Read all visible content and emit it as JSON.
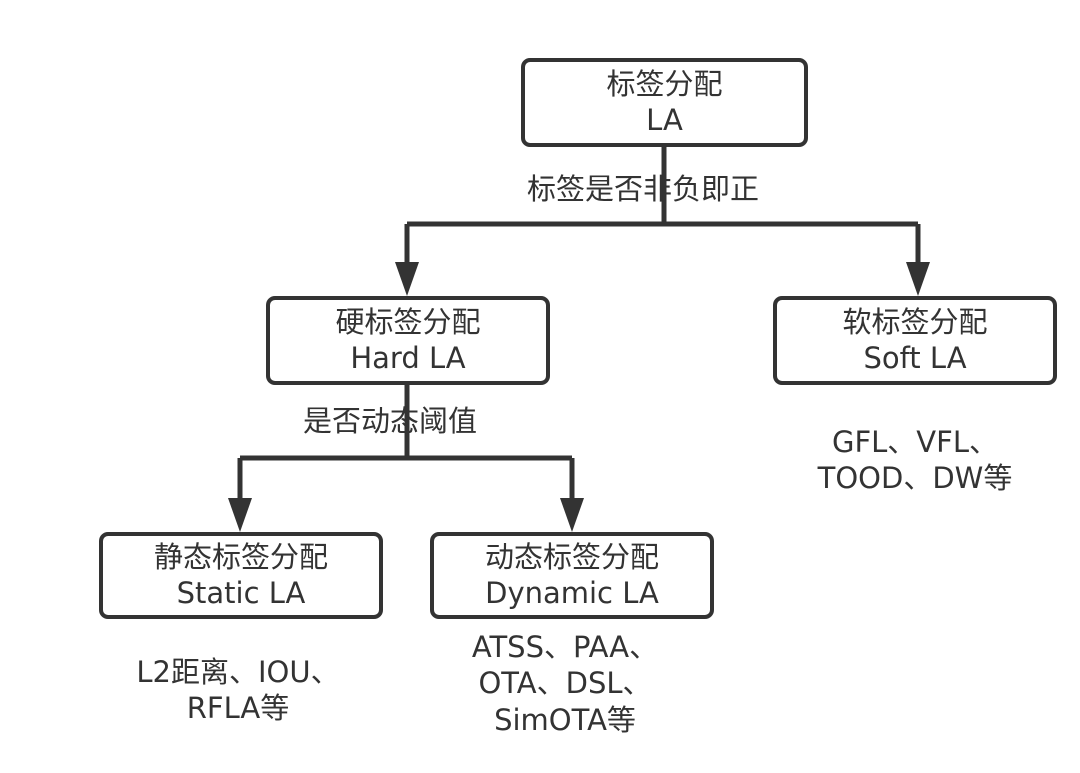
{
  "colors": {
    "stroke": "#333333",
    "text": "#333333",
    "background": "#ffffff"
  },
  "root": {
    "line1": "标签分配",
    "line2": "LA"
  },
  "root_edge_label": "标签是否非负即正",
  "hard": {
    "line1": "硬标签分配",
    "line2": "Hard LA"
  },
  "soft": {
    "line1": "软标签分配",
    "line2": "Soft LA"
  },
  "hard_edge_label": "是否动态阈值",
  "static": {
    "line1": "静态标签分配",
    "line2": "Static LA"
  },
  "dynamic": {
    "line1": "动态标签分配",
    "line2": "Dynamic LA"
  },
  "soft_examples": {
    "line1": "GFL、VFL、",
    "line2": "TOOD、DW等"
  },
  "static_examples": {
    "line1": "L2距离、IOU、",
    "line2": "RFLA等"
  },
  "dynamic_examples": {
    "line1": "ATSS、PAA、",
    "line2": "OTA、DSL、",
    "line3": "SimOTA等"
  }
}
